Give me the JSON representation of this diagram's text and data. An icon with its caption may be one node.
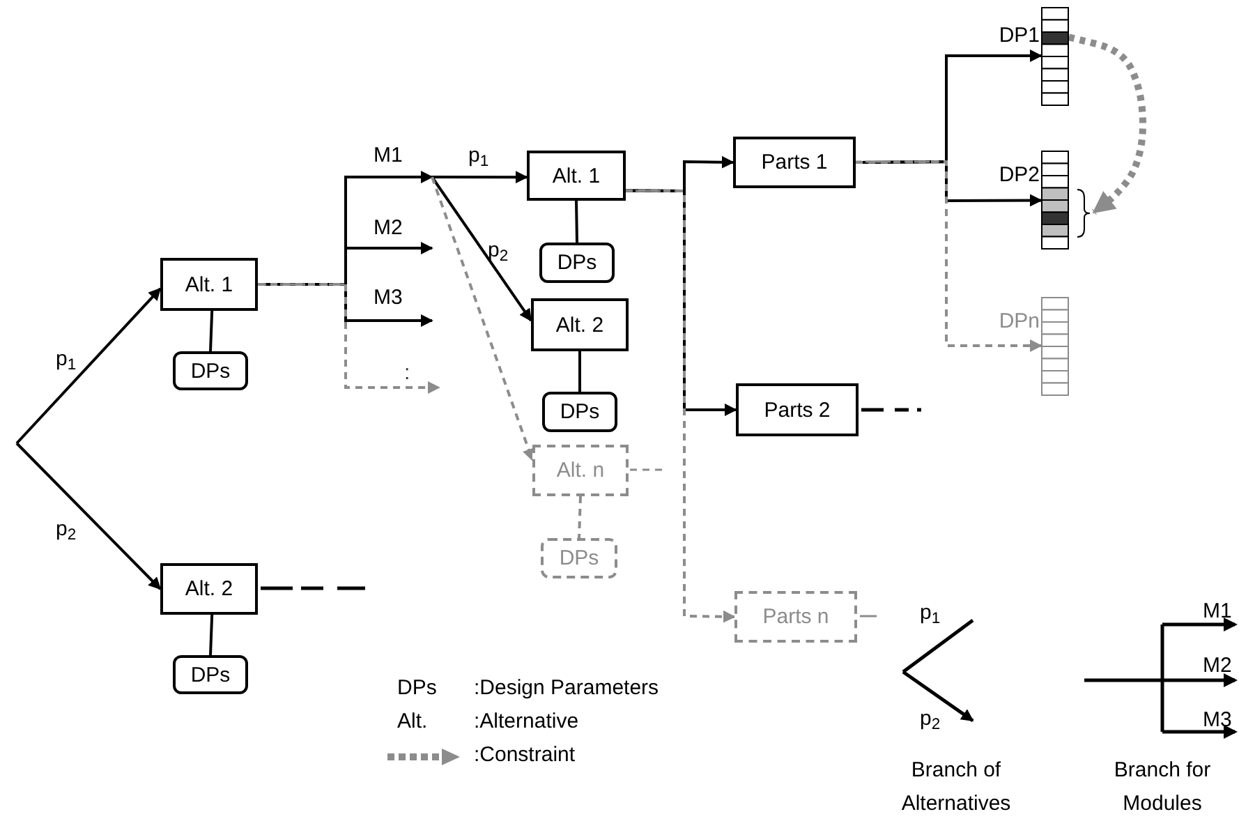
{
  "diagram": {
    "nodes": [
      {
        "text": [
          "Alt. 1"
        ]
      },
      {
        "text": [
          "DPs"
        ]
      },
      {
        "text": [
          "Alt. 2"
        ]
      },
      {
        "text": [
          "DPs"
        ]
      },
      {
        "text": [
          "Alt. 1"
        ]
      },
      {
        "text": [
          "DPs"
        ]
      },
      {
        "text": [
          "Alt. 2"
        ]
      },
      {
        "text": [
          "DPs"
        ]
      },
      {
        "text": [
          "Alt. n"
        ]
      },
      {
        "text": [
          "DPs"
        ]
      },
      {
        "text": [
          "Parts 1"
        ]
      },
      {
        "text": [
          "Parts 2"
        ]
      },
      {
        "text": [
          "Parts n"
        ]
      },
      {
        "text": [],
        "shape": "bar",
        "beside": [
          "DP1"
        ]
      },
      {
        "text": [],
        "shape": "bar",
        "beside": [
          "DP2"
        ]
      },
      {
        "text": [],
        "shape": "bar",
        "beside": [
          "DPn"
        ]
      }
    ],
    "edges": [
      {
        "from": null,
        "to": 0,
        "arrow": "to",
        "label": "p$_{1}$"
      },
      {
        "from": null,
        "to": 2,
        "arrow": "to",
        "label": "p$_{2}$"
      },
      {
        "from": 0,
        "to": 1,
        "arrow": "none"
      },
      {
        "from": 2,
        "to": 3,
        "arrow": "none"
      },
      {
        "from": 0,
        "to": null,
        "arrow": "to",
        "label": "M1"
      },
      {
        "from": 0,
        "to": null,
        "arrow": "to",
        "label": "M2"
      },
      {
        "from": 0,
        "to": null,
        "arrow": "to",
        "label": "M3"
      },
      {
        "from": 0,
        "to": null,
        "arrow": "to",
        "label": ":",
        "style": "dashed",
        "color": "#8c8c8c"
      },
      {
        "from": null,
        "to": 4,
        "arrow": "to",
        "label": "p$_{1}$"
      },
      {
        "from": null,
        "to": 6,
        "arrow": "to",
        "label": "p$_{2}$"
      },
      {
        "from": null,
        "to": 8,
        "arrow": "to",
        "style": "dashed",
        "color": "#8c8c8c"
      },
      {
        "from": 4,
        "to": 5,
        "arrow": "none"
      },
      {
        "from": 6,
        "to": 7,
        "arrow": "none"
      },
      {
        "from": 8,
        "to": 9,
        "arrow": "none",
        "style": "dashed",
        "color": "#8c8c8c"
      },
      {
        "from": 4,
        "to": 10,
        "arrow": "to"
      },
      {
        "from": 4,
        "to": 11,
        "arrow": "to"
      },
      {
        "from": 4,
        "to": 12,
        "arrow": "to",
        "style": "dashed",
        "color": "#8c8c8c"
      },
      {
        "from": 10,
        "to": 13,
        "arrow": "to"
      },
      {
        "from": 10,
        "to": 14,
        "arrow": "to"
      },
      {
        "from": 10,
        "to": 15,
        "arrow": "to",
        "style": "dashed",
        "color": "#8c8c8c"
      },
      {
        "from": 13,
        "to": 14,
        "arrow": "to",
        "style": "dashed",
        "color": "#8c8c8c"
      }
    ],
    "labels": [
      "DPs",
      ":Design Parameters",
      "Alt.",
      ":Alternative",
      "p$_{1}$",
      "p$_{2}$",
      "Branch of Alternatives",
      "M1",
      "M2",
      "M3",
      "Branch for Modules"
    ],
    "legend": [
      {
        "text": ":Constraint"
      }
    ]
  }
}
